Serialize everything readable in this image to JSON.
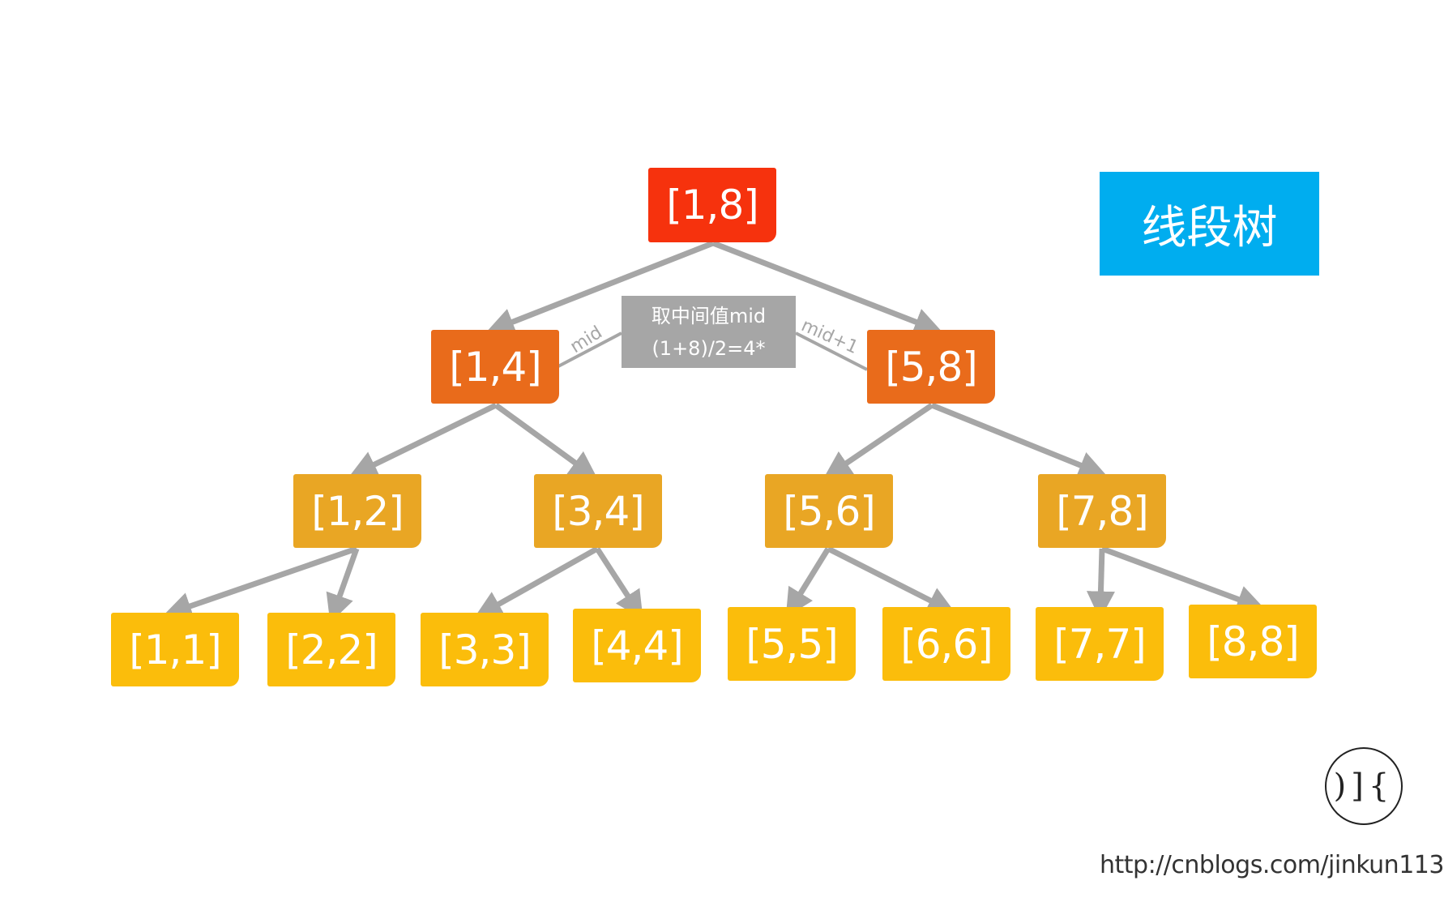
{
  "title": "线段树",
  "mid_note": {
    "line1": "取中间值mid",
    "line2": "(1+8)/2=4*"
  },
  "edge_labels": {
    "left": "mid",
    "right": "mid+1"
  },
  "nodes": {
    "n1_8": "[1,8]",
    "n1_4": "[1,4]",
    "n5_8": "[5,8]",
    "n1_2": "[1,2]",
    "n3_4": "[3,4]",
    "n5_6": "[5,6]",
    "n7_8": "[7,8]",
    "n1_1": "[1,1]",
    "n2_2": "[2,2]",
    "n3_3": "[3,3]",
    "n4_4": "[4,4]",
    "n5_5": "[5,5]",
    "n6_6": "[6,6]",
    "n7_7": "[7,7]",
    "n8_8": "[8,8]"
  },
  "logo_text": ")]{",
  "url": "http://cnblogs.com/jinkun113",
  "colors": {
    "root": "#f6320d",
    "level1": "#e96b1b",
    "level2": "#e9a624",
    "leaf": "#fbbd0b",
    "title_bg": "#00adef",
    "note_bg": "#a6a6a6",
    "edge": "#a6a6a6"
  }
}
